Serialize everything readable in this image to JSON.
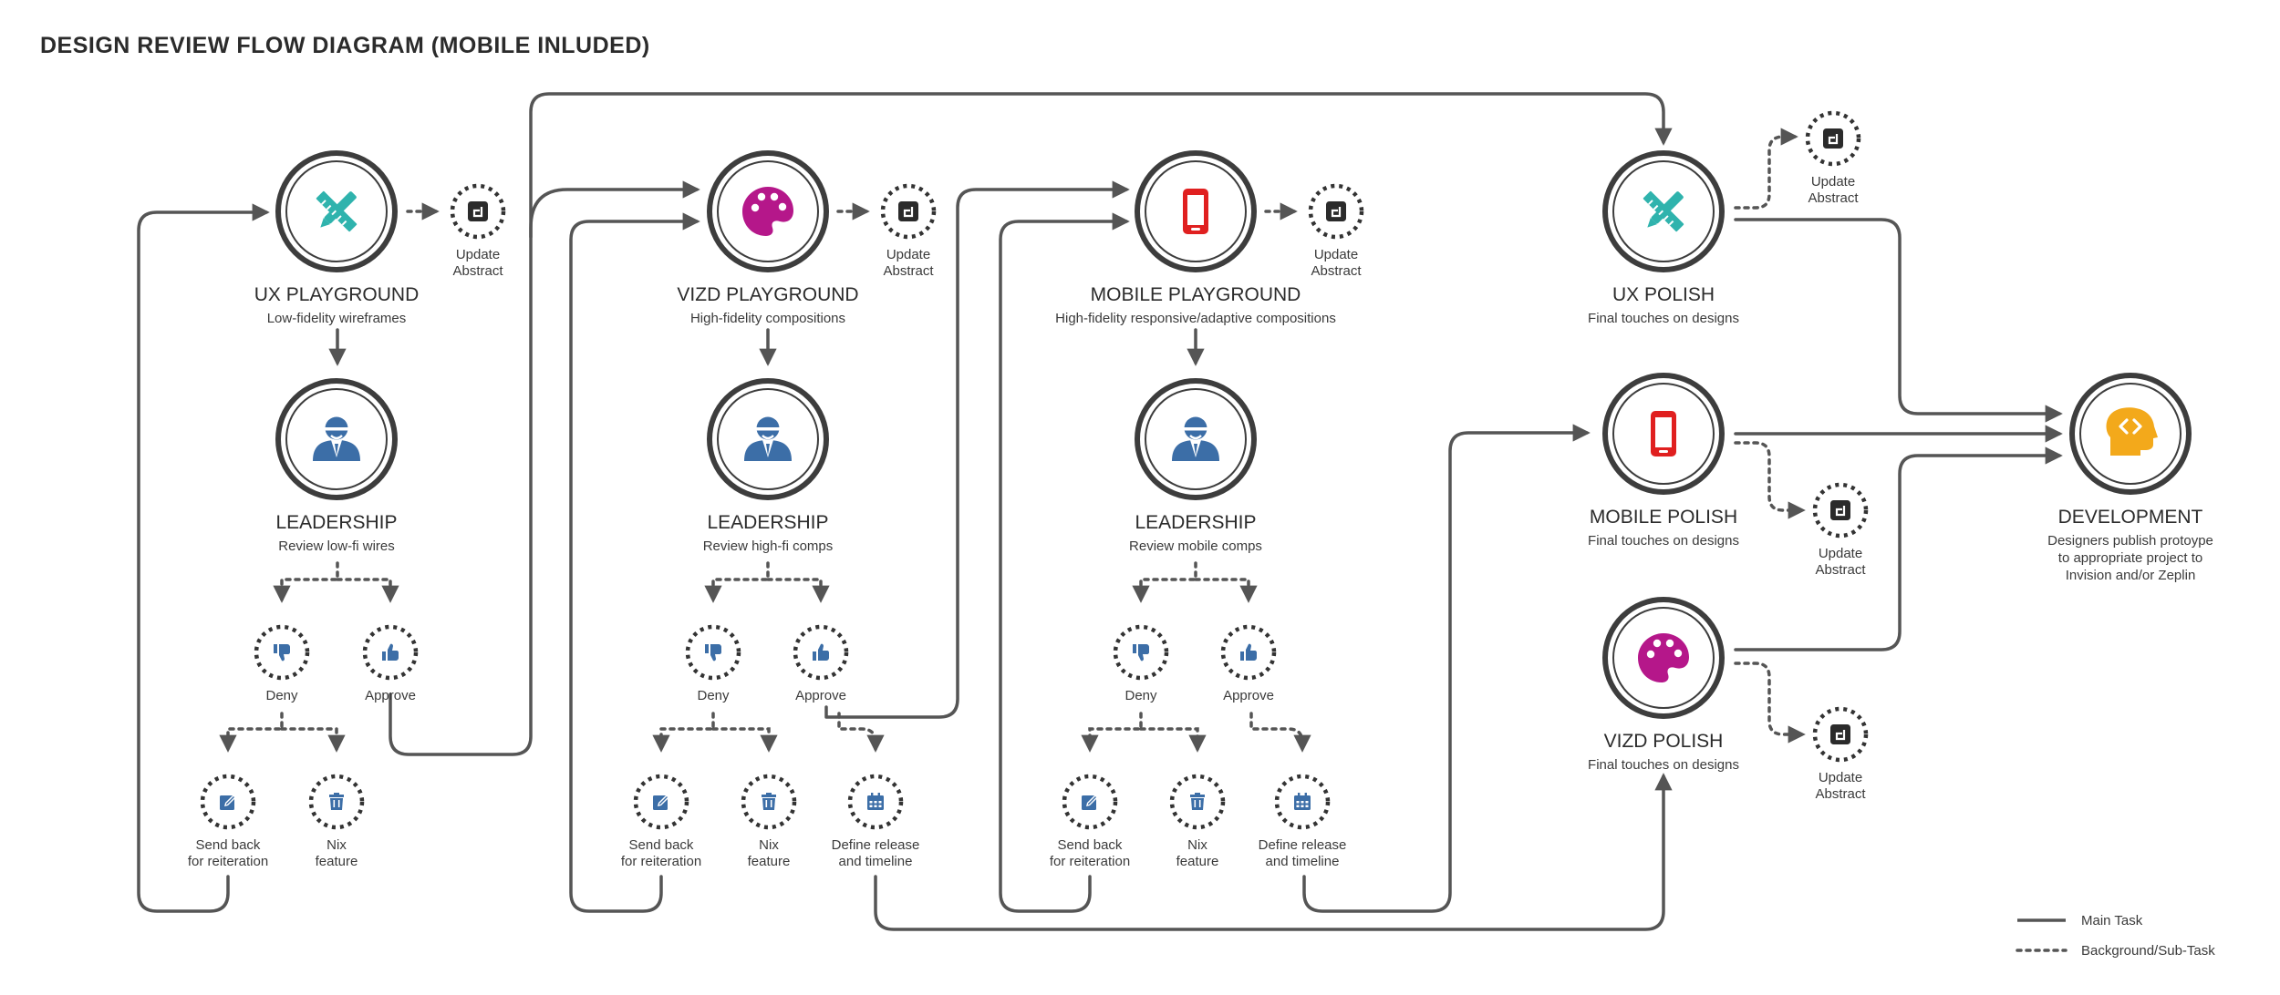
{
  "title": "DESIGN REVIEW FLOW DIAGRAM (MOBILE INLUDED)",
  "colors": {
    "teal": "#2fb3ad",
    "magenta": "#b5178a",
    "red": "#e02020",
    "blue": "#3c6ea7",
    "orange": "#f3a91b",
    "stroke": "#555555"
  },
  "ux_playground": {
    "title": "UX PLAYGROUND",
    "subtitle": "Low-fidelity wireframes",
    "icon": "pencil-ruler-icon"
  },
  "vizd_playground": {
    "title": "VIZD PLAYGROUND",
    "subtitle": "High-fidelity compositions",
    "icon": "palette-icon"
  },
  "mobile_playground": {
    "title": "MOBILE PLAYGROUND",
    "subtitle": "High-fidelity responsive/adaptive compositions",
    "icon": "phone-icon"
  },
  "leadership": [
    {
      "title": "LEADERSHIP",
      "subtitle": "Review low-fi wires"
    },
    {
      "title": "LEADERSHIP",
      "subtitle": "Review high-fi comps"
    },
    {
      "title": "LEADERSHIP",
      "subtitle": "Review mobile comps"
    }
  ],
  "ux_polish": {
    "title": "UX POLISH",
    "subtitle": "Final touches on designs"
  },
  "mobile_polish": {
    "title": "MOBILE POLISH",
    "subtitle": "Final touches on designs"
  },
  "vizd_polish": {
    "title": "VIZD POLISH",
    "subtitle": "Final touches on designs"
  },
  "development": {
    "title": "DEVELOPMENT",
    "line1": "Designers publish protoype",
    "line2": "to appropriate project to",
    "line3": "Invision and/or Zeplin"
  },
  "update_abstract": {
    "line1": "Update",
    "line2": "Abstract"
  },
  "deny": "Deny",
  "approve": "Approve",
  "send_back": {
    "line1": "Send back",
    "line2": "for reiteration"
  },
  "nix": {
    "line1": "Nix",
    "line2": "feature"
  },
  "define_release": {
    "line1": "Define release",
    "line2": "and timeline"
  },
  "legend": {
    "main": "Main Task",
    "sub": "Background/Sub-Task"
  }
}
